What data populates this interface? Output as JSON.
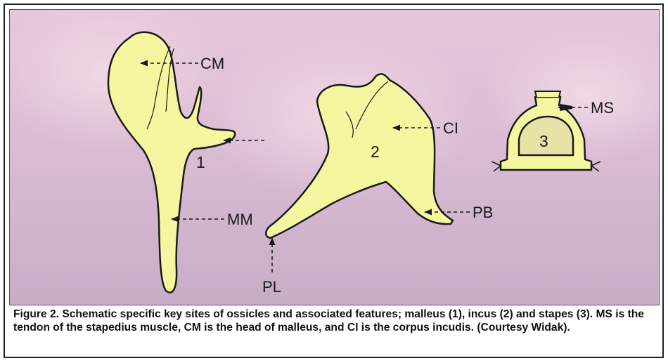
{
  "diagram": {
    "bones": [
      {
        "number": "1",
        "labels": [
          "CM",
          "MM"
        ]
      },
      {
        "number": "2",
        "labels": [
          "CI",
          "PB",
          "PL"
        ]
      },
      {
        "number": "3",
        "labels": [
          "MS"
        ]
      }
    ]
  },
  "caption": "Figure 2. Schematic specific key sites of ossicles and associated features; malleus (1), incus (2) and stapes (3). MS is the tendon of the stapedius muscle, CM is the head of malleus, and CI is the corpus incudis. (Courtesy Widak).",
  "colors": {
    "bone_fill": "#f6f5a0",
    "bone_outline": "#1a1a1a",
    "background_top": "#e2c2d6",
    "background_bottom": "#c9b0c9",
    "frame": "#222222"
  }
}
